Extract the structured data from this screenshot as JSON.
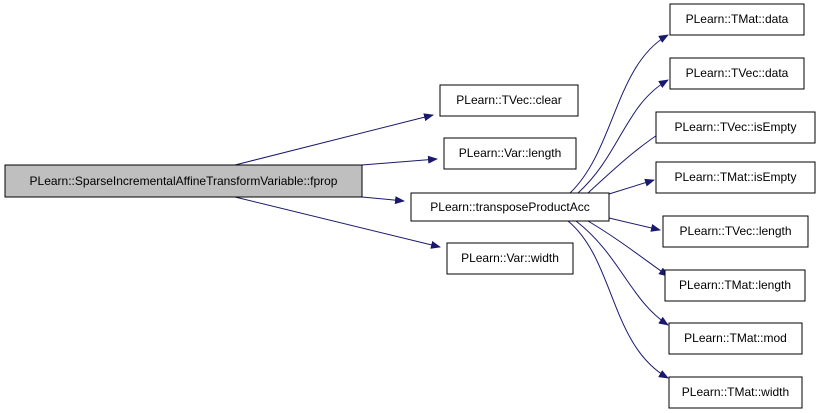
{
  "diagram": {
    "type": "call-graph",
    "colors": {
      "edge": "#191970",
      "node_border": "#000000",
      "node_fill": "#ffffff",
      "root_fill": "#bfbfbf"
    },
    "nodes": [
      {
        "id": "root",
        "label": "PLearn::SparseIncrementalAffineTransformVariable::fprop",
        "root": true
      },
      {
        "id": "tvec_clear",
        "label": "PLearn::TVec::clear"
      },
      {
        "id": "var_length",
        "label": "PLearn::Var::length"
      },
      {
        "id": "transpose",
        "label": "PLearn::transposeProductAcc"
      },
      {
        "id": "var_width",
        "label": "PLearn::Var::width"
      },
      {
        "id": "tmat_data",
        "label": "PLearn::TMat::data"
      },
      {
        "id": "tvec_data",
        "label": "PLearn::TVec::data"
      },
      {
        "id": "tvec_isempty",
        "label": "PLearn::TVec::isEmpty"
      },
      {
        "id": "tmat_isempty",
        "label": "PLearn::TMat::isEmpty"
      },
      {
        "id": "tvec_length",
        "label": "PLearn::TVec::length"
      },
      {
        "id": "tmat_length",
        "label": "PLearn::TMat::length"
      },
      {
        "id": "tmat_mod",
        "label": "PLearn::TMat::mod"
      },
      {
        "id": "tmat_width",
        "label": "PLearn::TMat::width"
      }
    ],
    "edges": [
      {
        "from": "root",
        "to": "tvec_clear"
      },
      {
        "from": "root",
        "to": "var_length"
      },
      {
        "from": "root",
        "to": "transpose"
      },
      {
        "from": "root",
        "to": "var_width"
      },
      {
        "from": "transpose",
        "to": "tmat_data"
      },
      {
        "from": "transpose",
        "to": "tvec_data"
      },
      {
        "from": "transpose",
        "to": "tvec_isempty"
      },
      {
        "from": "transpose",
        "to": "tmat_isempty"
      },
      {
        "from": "transpose",
        "to": "tvec_length"
      },
      {
        "from": "transpose",
        "to": "tmat_length"
      },
      {
        "from": "transpose",
        "to": "tmat_mod"
      },
      {
        "from": "transpose",
        "to": "tmat_width"
      }
    ]
  }
}
